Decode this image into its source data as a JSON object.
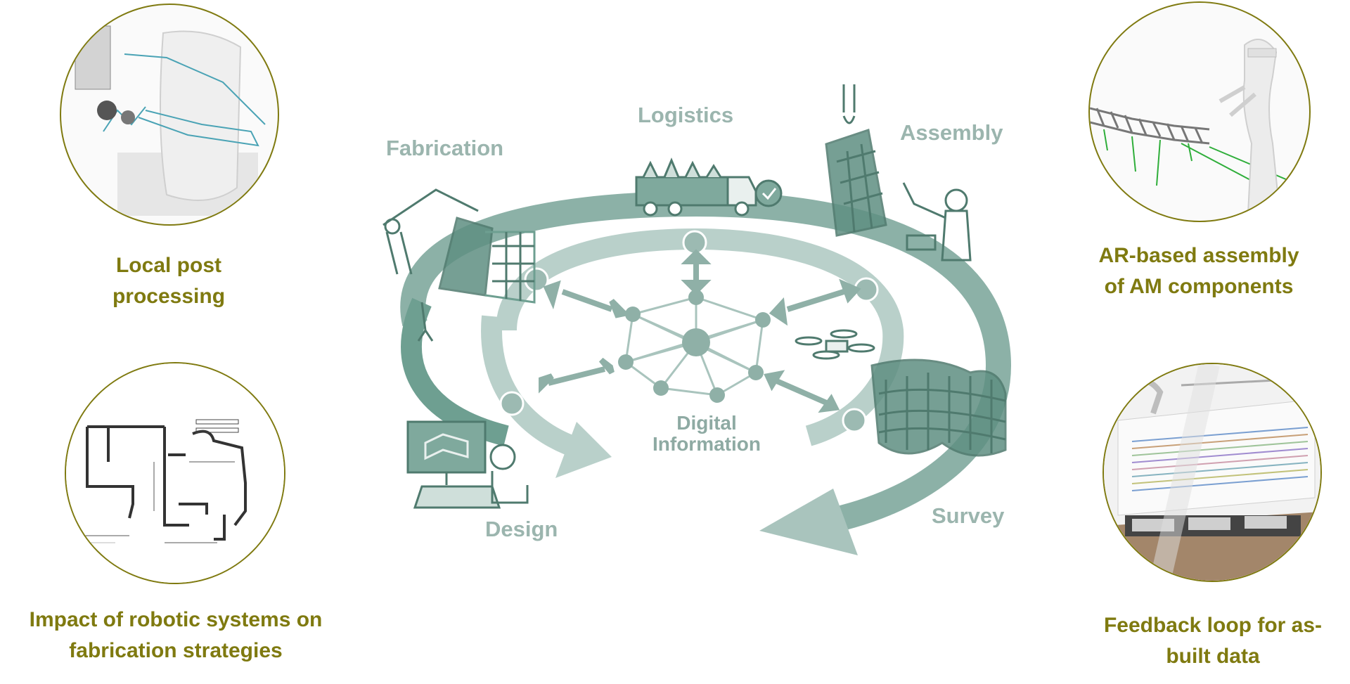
{
  "cycle": {
    "stages": {
      "logistics": "Logistics",
      "fabrication": "Fabrication",
      "assembly": "Assembly",
      "design": "Design",
      "survey": "Survey"
    },
    "center": {
      "line1": "Digital",
      "line2": "Information"
    }
  },
  "panels": {
    "top_left": {
      "caption_line1": "Local post",
      "caption_line2": "processing"
    },
    "bottom_left": {
      "caption_line1": "Impact of robotic systems on",
      "caption_line2": "fabrication strategies"
    },
    "top_right": {
      "caption_line1": "AR-based assembly",
      "caption_line2": "of AM components"
    },
    "bottom_right": {
      "caption_line1": "Feedback loop for as-",
      "caption_line2": "built data"
    }
  },
  "colors": {
    "accent_olive": "#7f7a10",
    "teal_dark": "#4e8a78",
    "teal_light": "#a9c4bd",
    "label_gray": "#9bb5ae"
  }
}
